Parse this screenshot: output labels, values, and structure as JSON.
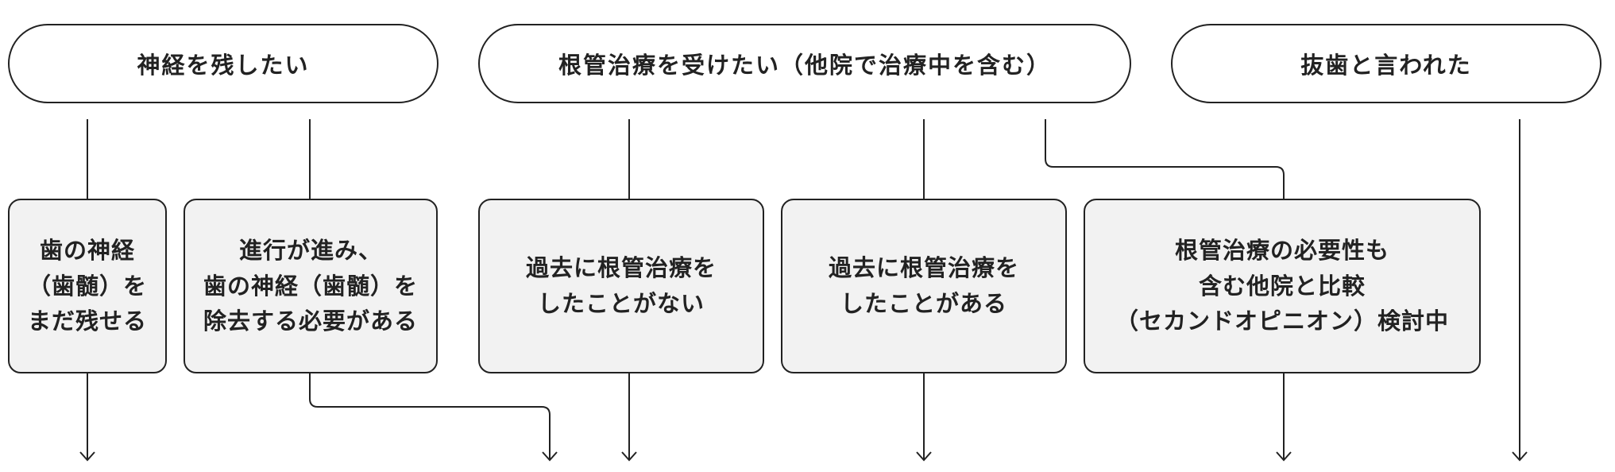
{
  "categories": [
    {
      "label": "神経を残したい"
    },
    {
      "label": "根管治療を受けたい（他院で治療中を含む）"
    },
    {
      "label": "抜歯と言われた"
    }
  ],
  "cases": [
    {
      "lines": [
        "歯の神経",
        "（歯髄）を",
        "まだ残せる"
      ]
    },
    {
      "lines": [
        "進行が進み、",
        "歯の神経（歯髄）を",
        "除去する必要がある"
      ]
    },
    {
      "lines": [
        "過去に根管治療を",
        "したことがない"
      ]
    },
    {
      "lines": [
        "過去に根管治療を",
        "したことがある"
      ]
    },
    {
      "lines": [
        "根管治療の必要性も",
        "含む他院と比較",
        "（セカンドオピニオン）検討中"
      ]
    }
  ]
}
